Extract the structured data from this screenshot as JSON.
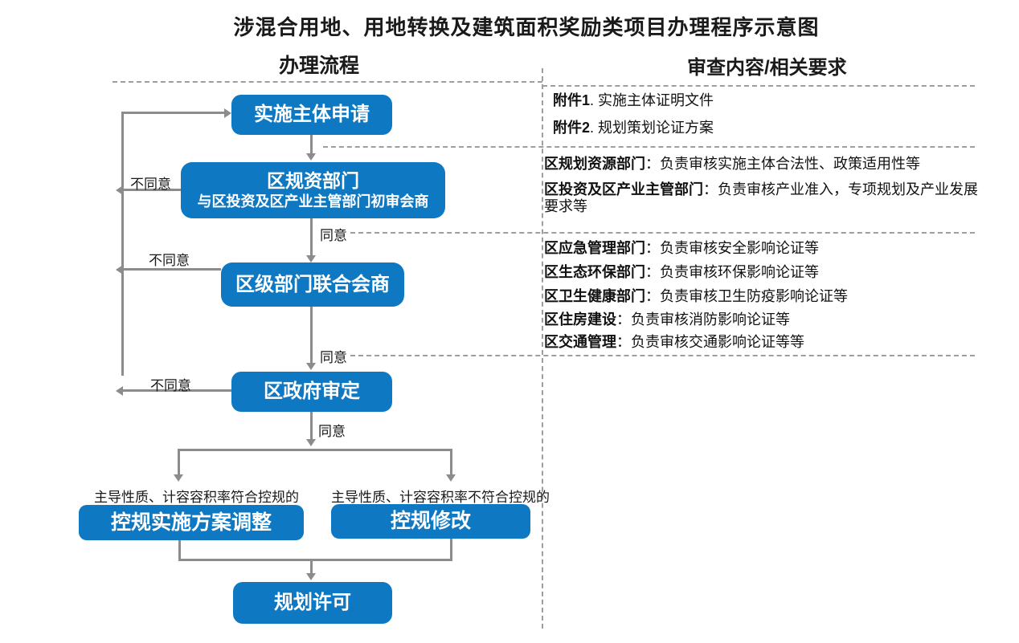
{
  "title": "涉混合用地、用地转换及建筑面积奖励类项目办理程序示意图",
  "columns": {
    "left_header": "办理流程",
    "right_header": "审查内容/相关要求"
  },
  "flow": {
    "boxes": {
      "apply": "实施主体申请",
      "planning_dept_line1": "区规资部门",
      "planning_dept_line2": "与区投资及区产业主管部门初审会商",
      "joint_meeting": "区级部门联合会商",
      "gov_approval": "区政府审定",
      "plan_adjust": "控规实施方案调整",
      "plan_modify": "控规修改",
      "permit": "规划许可"
    },
    "labels": {
      "agree": "同意",
      "disagree": "不同意",
      "branch_left": "主导性质、计容容积率符合控规的",
      "branch_right": "主导性质、计容容积率不符合控规的"
    }
  },
  "review": {
    "attachments": [
      {
        "label": "附件1",
        "sep": ". ",
        "desc": "实施主体证明文件"
      },
      {
        "label": "附件2",
        "sep": ". ",
        "desc": "规划策划论证方案"
      }
    ],
    "initial_review": [
      {
        "label": "区规划资源部门",
        "sep": "：",
        "desc": "负责审核实施主体合法性、政策适用性等"
      },
      {
        "label": "区投资及区产业主管部门",
        "sep": "：",
        "desc": "负责审核产业准入，专项规划及产业发展要求等"
      }
    ],
    "joint_review": [
      {
        "label": "区应急管理部门",
        "sep": "：",
        "desc": "负责审核安全影响论证等"
      },
      {
        "label": "区生态环保部门",
        "sep": "：",
        "desc": "负责审核环保影响论证等"
      },
      {
        "label": "区卫生健康部门",
        "sep": "：",
        "desc": "负责审核卫生防疫影响论证等"
      },
      {
        "label": "区住房建设",
        "sep": "：",
        "desc": "负责审核消防影响论证等"
      },
      {
        "label": "区交通管理",
        "sep": "：",
        "desc": "负责审核交通影响论证等等"
      }
    ]
  },
  "colors": {
    "box_blue": "#0e79c2",
    "line_gray": "#8c8c8c",
    "dash_gray": "#9e9e9e",
    "box_text": "#ffffff"
  }
}
